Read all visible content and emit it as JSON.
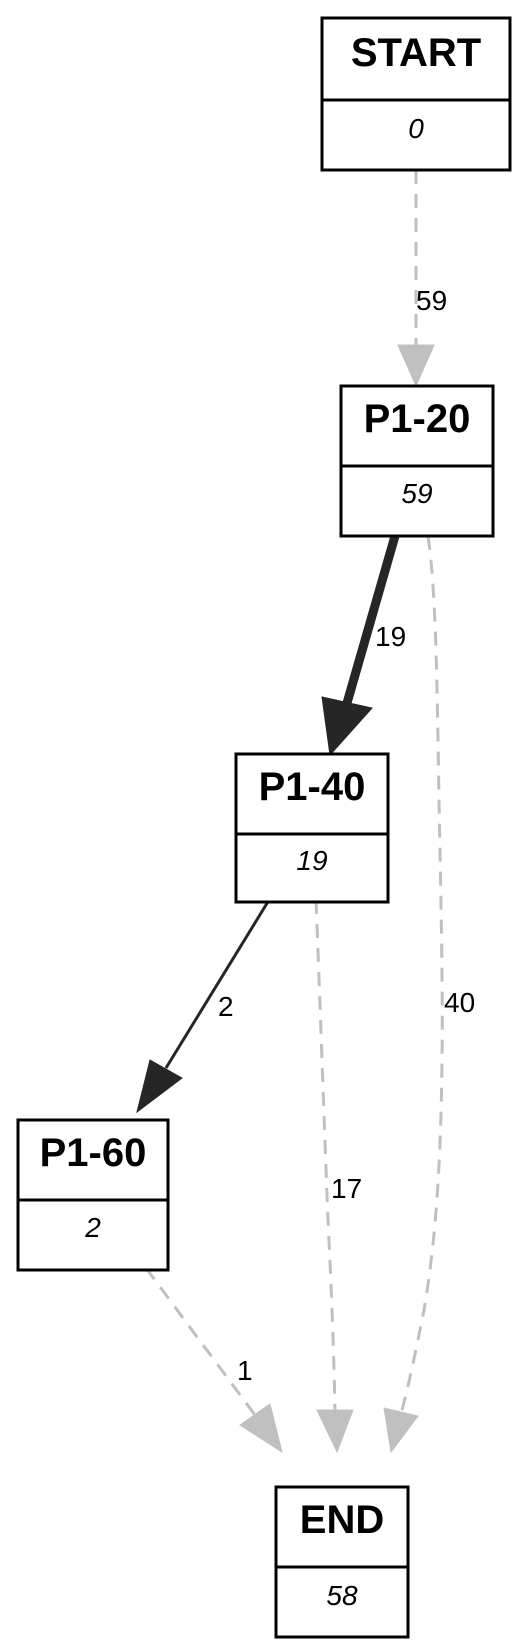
{
  "nodes": {
    "start": {
      "title": "START",
      "count": "0",
      "color": "#ffffff"
    },
    "p1_20": {
      "title": "P1-20",
      "count": "59",
      "color": "#4169e1"
    },
    "p1_40": {
      "title": "P1-40",
      "count": "19",
      "color": "#87cefa"
    },
    "p1_60": {
      "title": "P1-60",
      "count": "2",
      "color": "#00ffff"
    },
    "end": {
      "title": "END",
      "count": "58",
      "color": "#ffffff"
    }
  },
  "edges": {
    "start_p1_20": {
      "label": "59",
      "style": "dashed",
      "color": "#c0c0c0"
    },
    "p1_20_p1_40": {
      "label": "19",
      "style": "solid",
      "color": "#262626"
    },
    "p1_20_end": {
      "label": "40",
      "style": "dashed",
      "color": "#c0c0c0"
    },
    "p1_40_p1_60": {
      "label": "2",
      "style": "solid",
      "color": "#262626"
    },
    "p1_40_end": {
      "label": "17",
      "style": "dashed",
      "color": "#c0c0c0"
    },
    "p1_60_end": {
      "label": "1",
      "style": "dashed",
      "color": "#c0c0c0"
    }
  }
}
